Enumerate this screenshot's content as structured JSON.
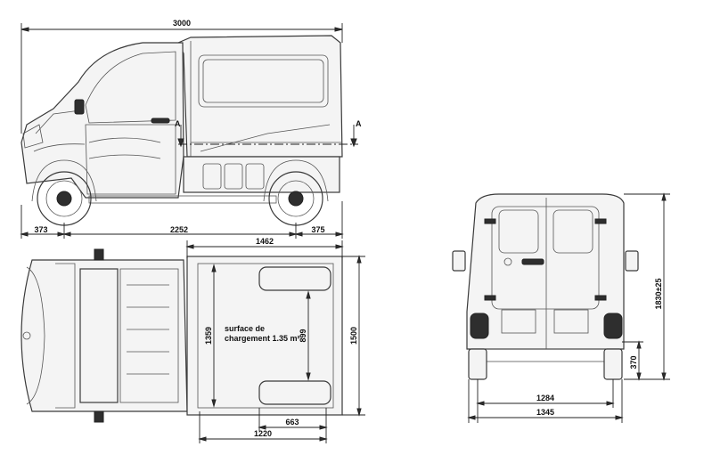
{
  "side_view": {
    "overall_length": "3000",
    "front_overhang": "373",
    "wheelbase": "2252",
    "rear_overhang": "375",
    "section_marker_left": "A",
    "section_marker_right": "A"
  },
  "top_view": {
    "bed_length": "1462",
    "inner_length": "1359",
    "wheel_arch_gap": "899",
    "overall_width": "1500",
    "arch_length": "663",
    "inner_width": "1220",
    "cargo_label_line1": "surface de",
    "cargo_label_line2": "chargement 1.35 m²"
  },
  "rear_view": {
    "height": "1830±25",
    "floor_height": "370",
    "track": "1284",
    "width": "1345"
  }
}
